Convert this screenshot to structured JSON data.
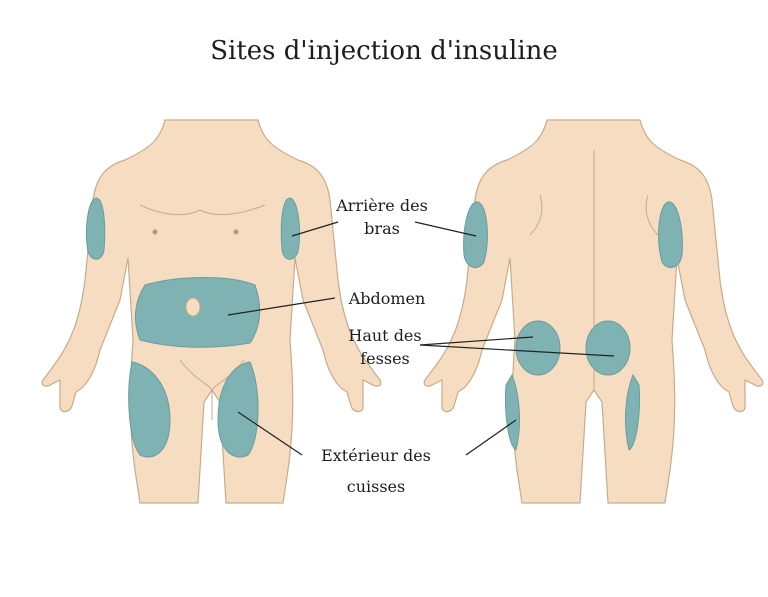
{
  "title": "Sites d'injection d'insuline",
  "labels": {
    "arms_line1": "Arrière des",
    "arms_line2": "bras",
    "abdomen": "Abdomen",
    "buttocks_line1": "Haut des",
    "buttocks_line2": "fesses",
    "thighs_line1": "Extérieur des",
    "thighs_line2": "cuisses"
  },
  "colors": {
    "skin": "#f6dcc0",
    "outline": "#c9ab8c",
    "site": "#7fb3b3",
    "line": "#222222"
  }
}
